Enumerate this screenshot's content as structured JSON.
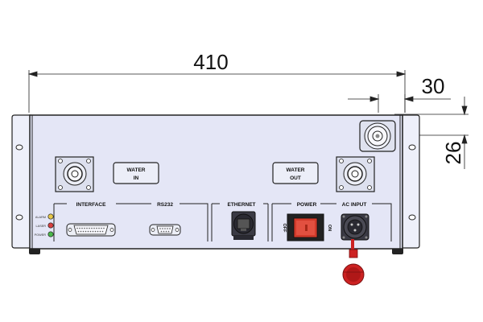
{
  "dimensions": {
    "width": "410",
    "offset": "30",
    "height": "26"
  },
  "connectors": {
    "water_in": [
      "WATER",
      "IN"
    ],
    "water_out": [
      "WATER",
      "OUT"
    ]
  },
  "sections": {
    "interface": "INTERFACE",
    "rs232": "RS232",
    "ethernet": "ETHERNET",
    "power": "POWER",
    "ac_input": "AC INPUT"
  },
  "switch": {
    "off": "OFF",
    "on": "ON"
  },
  "indicators": [
    {
      "label": "ALARM",
      "color": "#e8c84a"
    },
    {
      "label": "LASER",
      "color": "#d84040"
    },
    {
      "label": "POWER",
      "color": "#4ab84a"
    }
  ],
  "colors": {
    "panel": "#e4e6f6",
    "panel_border": "#222222",
    "rocker": "#d23a2a",
    "cap": "#cc2222"
  }
}
